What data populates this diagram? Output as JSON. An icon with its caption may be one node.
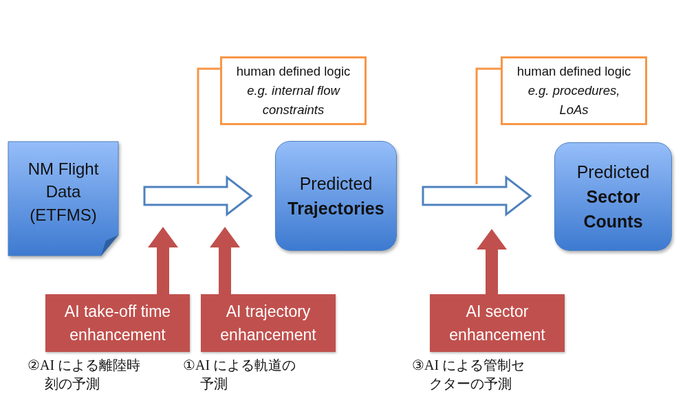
{
  "diagram": {
    "nodes": [
      {
        "text": [
          "NM Flight Data (ETFMS)"
        ]
      },
      {
        "text": [
          "Predicted **Trajectories**"
        ]
      },
      {
        "text": [
          "Predicted **Sector Counts**"
        ]
      },
      {
        "text": [
          "human defined logic",
          "e.g. internal flow constraints"
        ]
      },
      {
        "text": [
          "human defined logic",
          "e.g. procedures, LoAs"
        ]
      },
      {
        "text": [
          "AI take-off time enhancement"
        ],
        "beside": [
          "②AI による離陸時刻の予測"
        ]
      },
      {
        "text": [
          "AI trajectory enhancement"
        ],
        "beside": [
          "①AI による軌道の予測"
        ]
      },
      {
        "text": [
          "AI sector enhancement"
        ],
        "beside": [
          "③AI による管制セクターの予測"
        ]
      }
    ],
    "edges": [
      {
        "from": 0,
        "to": 1,
        "arrow": "to",
        "style": "thick",
        "color": "#4f81bd"
      },
      {
        "from": 1,
        "to": 2,
        "arrow": "to",
        "style": "thick",
        "color": "#4f81bd"
      },
      {
        "from": 3,
        "to": null,
        "arrow": "none",
        "color": "#f79646"
      },
      {
        "from": 4,
        "to": null,
        "arrow": "none",
        "color": "#f79646"
      },
      {
        "from": 5,
        "to": null,
        "arrow": "to",
        "style": "thick",
        "color": "#c0504d"
      },
      {
        "from": 6,
        "to": null,
        "arrow": "to",
        "style": "thick",
        "color": "#c0504d"
      },
      {
        "from": 7,
        "to": null,
        "arrow": "to",
        "style": "thick",
        "color": "#c0504d"
      }
    ]
  }
}
